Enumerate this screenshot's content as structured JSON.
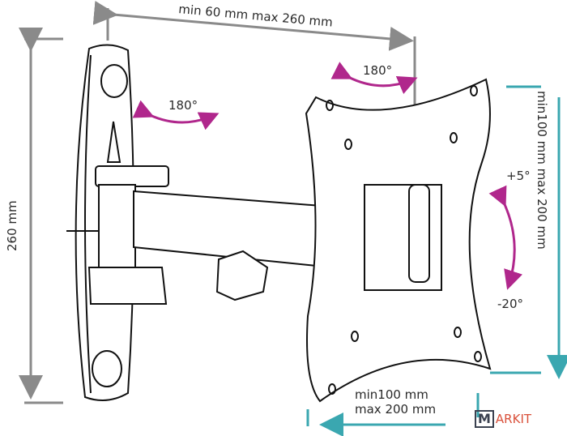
{
  "labels": {
    "width_range": "min 60 mm max 260 mm",
    "height": "260 mm",
    "rotate_top": "180°",
    "rotate_left": "180°",
    "tilt_up": "+5°",
    "tilt_down": "-20°",
    "vesa_vertical": "min100 mm max 200 mm",
    "vesa_h_line1": "min100 mm",
    "vesa_h_line2": "max 200 mm"
  },
  "logo": {
    "m": "M",
    "rest": "ARKIT",
    "full": "MARKIT"
  },
  "colors": {
    "teal": "#3aa7b0",
    "magenta": "#b0278c",
    "dim": "#8a8a8a",
    "line": "#111111"
  }
}
